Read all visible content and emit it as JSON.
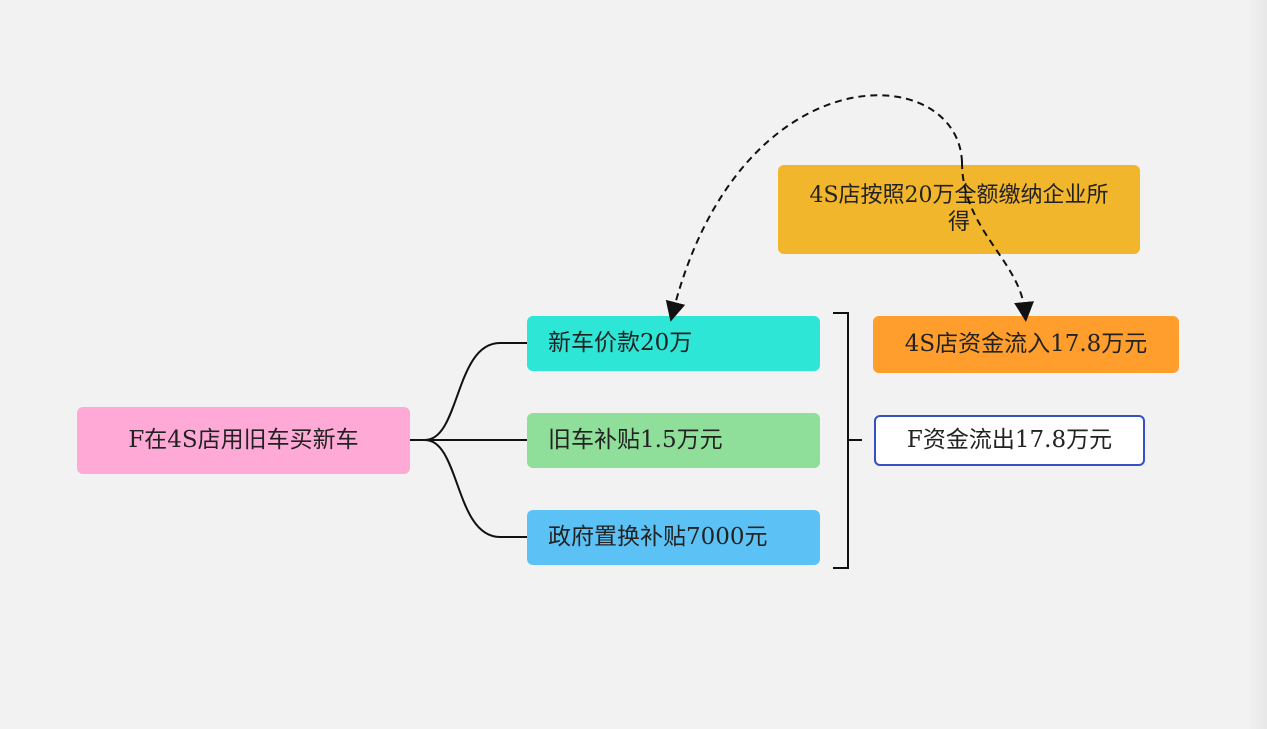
{
  "colors": {
    "root": "#ffaad6",
    "new_car": "#2ee6d6",
    "subsidy_old": "#8fde99",
    "subsidy_gov": "#5cc2f5",
    "tax": "#f2b62c",
    "inflow": "#ff9e2c",
    "outflow_border": "#3550c4",
    "outflow_fill": "#ffffff"
  },
  "nodes": {
    "root": "F在4S店用旧车买新车",
    "new_car_price": "新车价款20万",
    "old_car_subsidy": "旧车补贴1.5万元",
    "gov_subsidy": "政府置换补贴7000元",
    "tax_note": "4S店按照20万全额缴纳企业所得",
    "dealer_inflow": "4S店资金流入17.8万元",
    "f_outflow": "F资金流出17.8万元"
  }
}
